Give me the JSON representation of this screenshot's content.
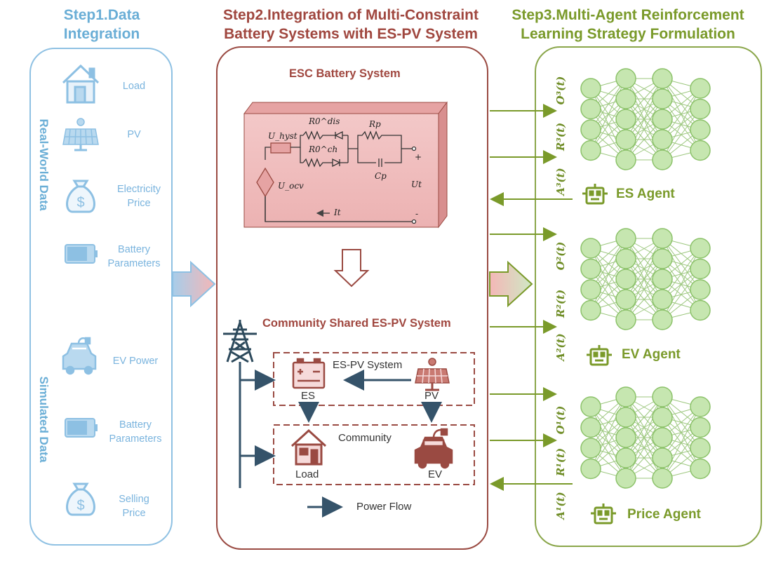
{
  "step1": {
    "title_line1": "Step1.Data",
    "title_line2": "Integration",
    "real_world_label": "Real-World Data",
    "simulated_label": "Simulated Data",
    "items": [
      {
        "icon": "house-icon",
        "label": "Load"
      },
      {
        "icon": "solar-panel-icon",
        "label": "PV"
      },
      {
        "icon": "money-bag-icon",
        "label_line1": "Electricity",
        "label_line2": "Price"
      },
      {
        "icon": "battery-icon",
        "label_line1": "Battery",
        "label_line2": "Parameters"
      },
      {
        "icon": "ev-charger-icon",
        "label": "EV Power"
      },
      {
        "icon": "battery-icon",
        "label_line1": "Battery",
        "label_line2": "Parameters"
      },
      {
        "icon": "money-bag-icon",
        "label_line1": "Selling",
        "label_line2": "Price"
      }
    ]
  },
  "step2": {
    "title_line1": "Step2.Integration of Multi-Constraint",
    "title_line2": "Battery Systems with ES-PV System",
    "esc_title": "ESC Battery System",
    "community_title": "Community Shared ES-PV System",
    "es_pv_system_label": "ES-PV System",
    "es_label": "ES",
    "pv_label": "PV",
    "community_label": "Community",
    "load_label": "Load",
    "ev_label": "EV",
    "power_flow_label": "Power Flow",
    "circuit": {
      "u_hyst": "U_hyst",
      "r0_dis": "R0^dis",
      "r0_ch": "R0^ch",
      "rp": "Rp",
      "cp": "Cp",
      "u_ocv": "U_ocv",
      "ut": "Ut",
      "it": "It",
      "plus": "+",
      "minus": "-"
    }
  },
  "step3": {
    "title_line1": "Step3.Multi-Agent Reinforcement",
    "title_line2": "Learning Strategy Formulation",
    "agents": [
      {
        "name": "ES Agent",
        "o": "O³(t)",
        "r": "R³(t)",
        "a": "A³(t)"
      },
      {
        "name": "EV Agent",
        "o": "O²(t)",
        "r": "R²(t)",
        "a": "A²(t)"
      },
      {
        "name": "Price Agent",
        "o": "O¹(t)",
        "r": "R¹(t)",
        "a": "A¹(t)"
      }
    ]
  },
  "colors": {
    "step1": "#6aaed6",
    "step2": "#a0473f",
    "step3": "#7a9a2a",
    "node_fill": "#c6e6b0",
    "node_stroke": "#8cc26a",
    "grid_tower": "#2d4a5c"
  }
}
